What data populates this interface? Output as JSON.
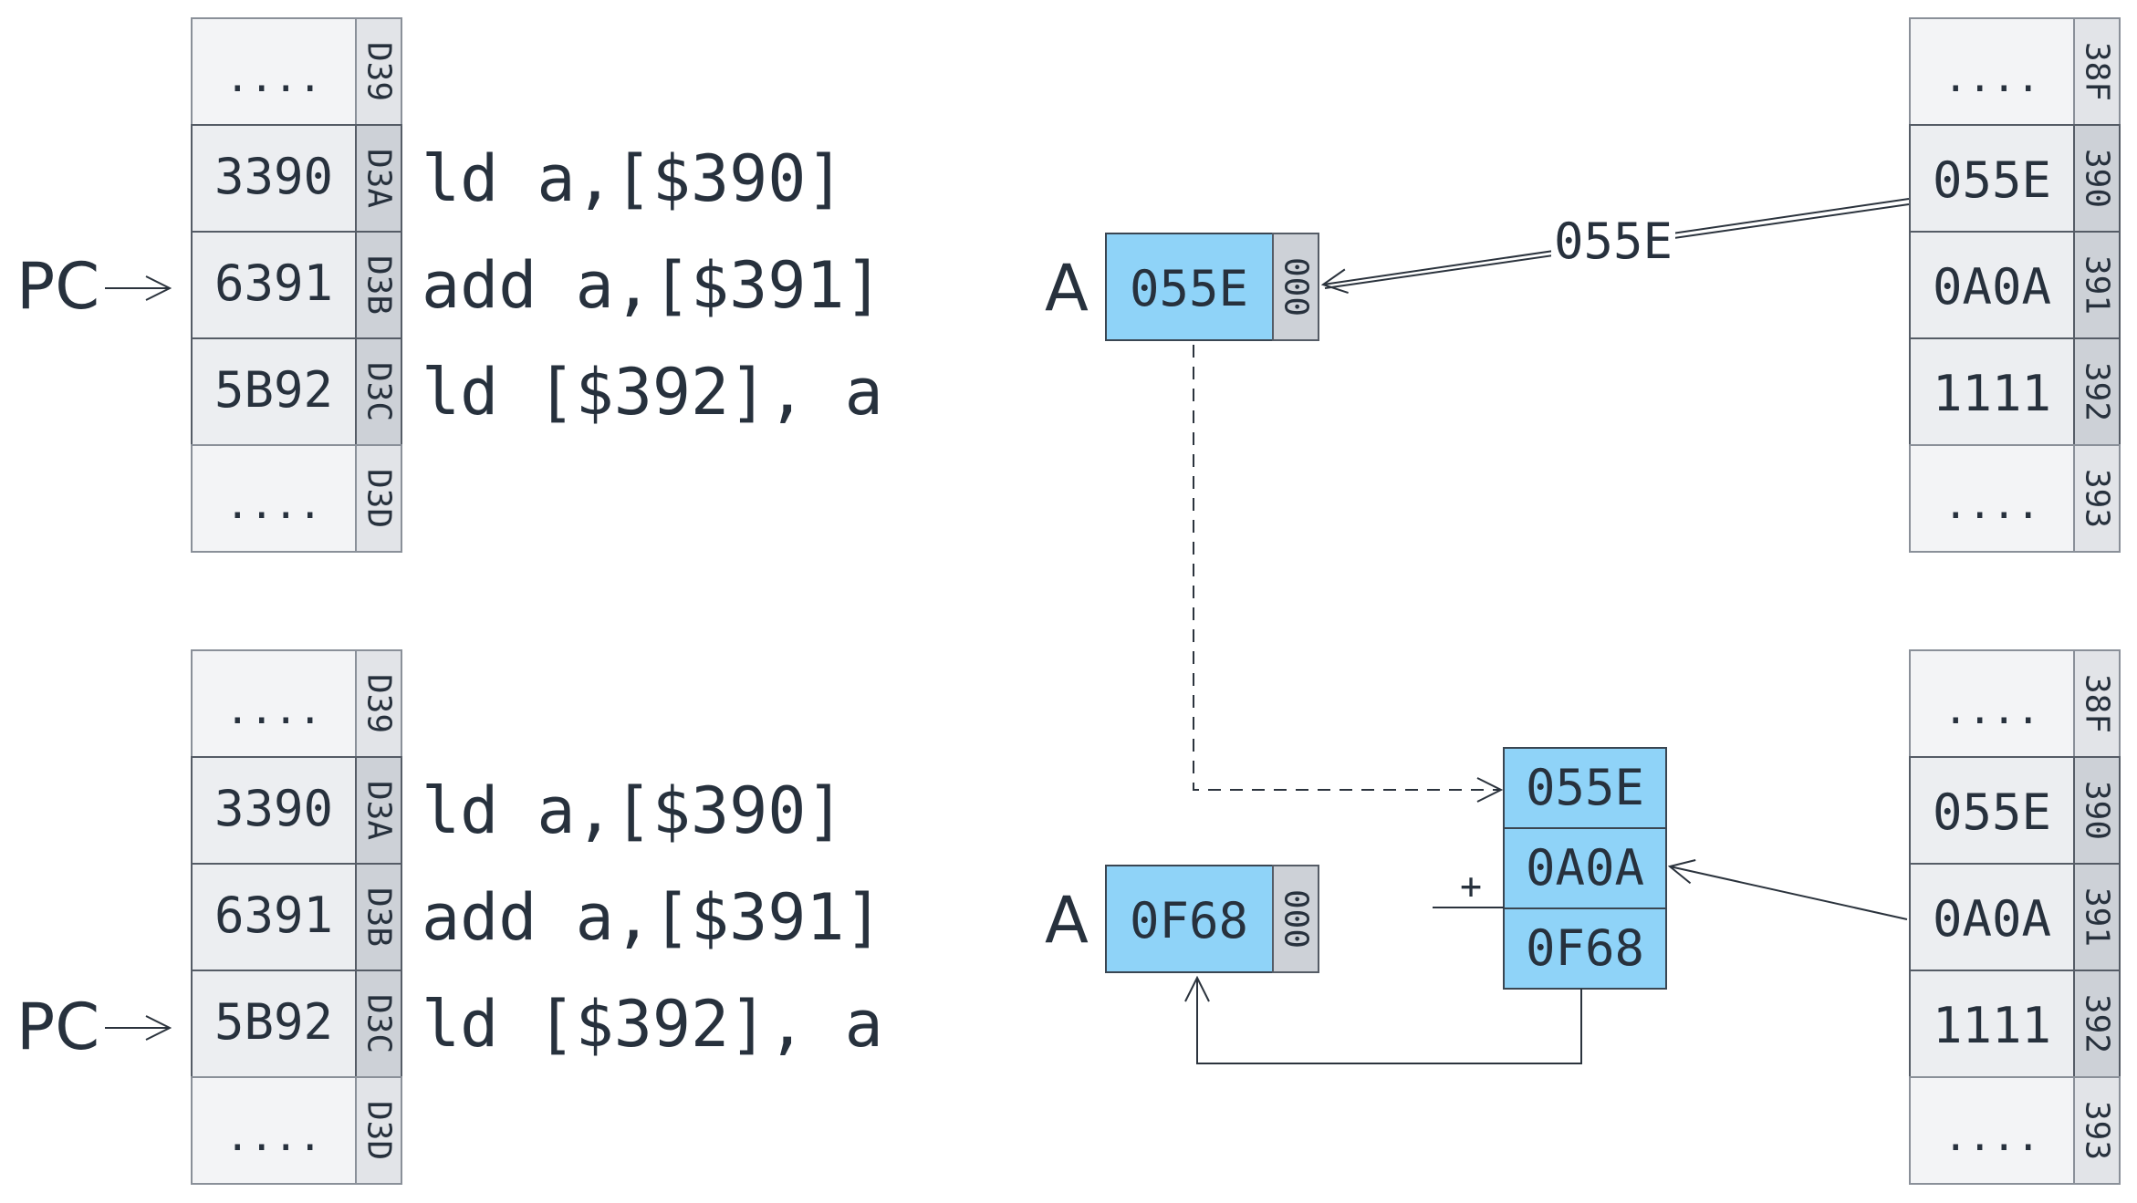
{
  "colors": {
    "cell_fill": "#eceef1",
    "address_fill": "#cdd1d7",
    "register_fill": "#8fd3f8",
    "text": "#27313d"
  },
  "pc_label": "PC",
  "register_label": "A",
  "plus_sign": "+",
  "panels": [
    {
      "program_memory": [
        {
          "value": "....",
          "address": "D39"
        },
        {
          "value": "3390",
          "address": "D3A"
        },
        {
          "value": "6391",
          "address": "D3B"
        },
        {
          "value": "5B92",
          "address": "D3C"
        },
        {
          "value": "....",
          "address": "D3D"
        }
      ],
      "instructions": [
        "ld a,[$390]",
        "add a,[$391]",
        "ld [$392], a"
      ],
      "pc_row": 2,
      "register": {
        "value": "055E",
        "address": "000"
      },
      "data_memory": [
        {
          "value": "....",
          "address": "38F"
        },
        {
          "value": "055E",
          "address": "390"
        },
        {
          "value": "0A0A",
          "address": "391"
        },
        {
          "value": "1111",
          "address": "392"
        },
        {
          "value": "....",
          "address": "393"
        }
      ],
      "arrow_label": "055E"
    },
    {
      "program_memory": [
        {
          "value": "....",
          "address": "D39"
        },
        {
          "value": "3390",
          "address": "D3A"
        },
        {
          "value": "6391",
          "address": "D3B"
        },
        {
          "value": "5B92",
          "address": "D3C"
        },
        {
          "value": "....",
          "address": "D3D"
        }
      ],
      "instructions": [
        "ld a,[$390]",
        "add a,[$391]",
        "ld [$392], a"
      ],
      "pc_row": 3,
      "register": {
        "value": "0F68",
        "address": "000"
      },
      "data_memory": [
        {
          "value": "....",
          "address": "38F"
        },
        {
          "value": "055E",
          "address": "390"
        },
        {
          "value": "0A0A",
          "address": "391"
        },
        {
          "value": "1111",
          "address": "392"
        },
        {
          "value": "....",
          "address": "393"
        }
      ],
      "adder": {
        "operand_a": "055E",
        "operand_b": "0A0A",
        "result": "0F68"
      }
    }
  ]
}
